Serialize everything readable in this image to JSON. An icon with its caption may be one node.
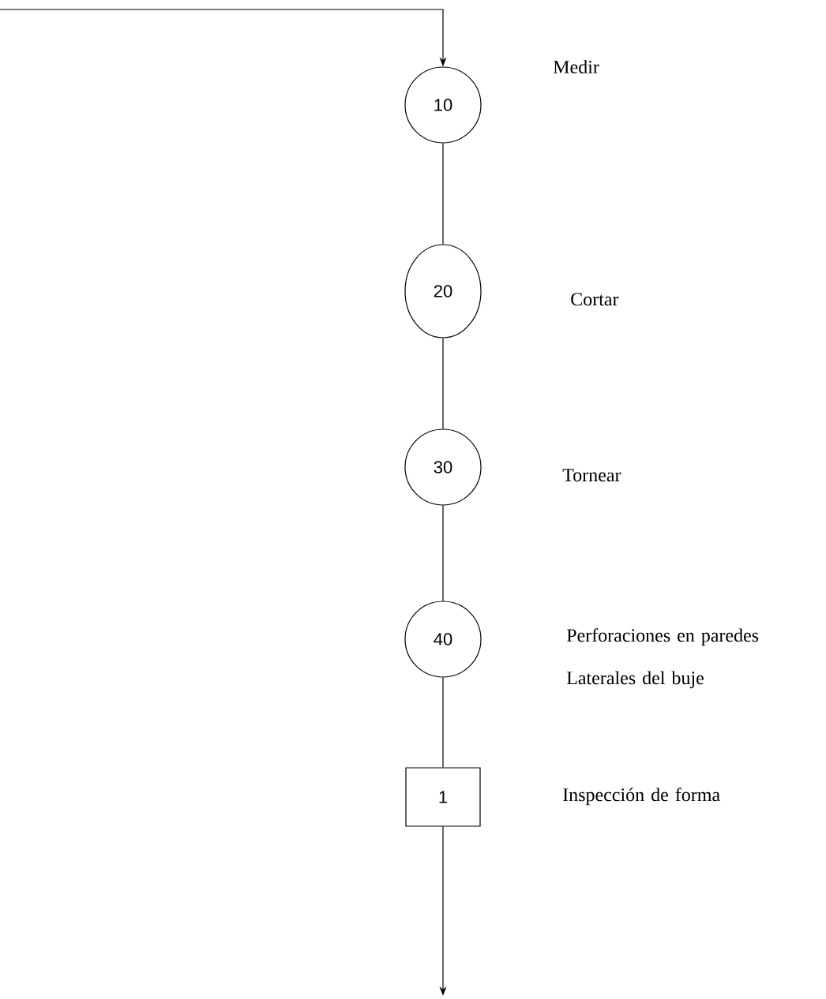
{
  "diagram": {
    "nodes": [
      {
        "text": [
          "10"
        ]
      },
      {
        "text": [
          "20"
        ]
      },
      {
        "text": [
          "30"
        ]
      },
      {
        "text": [
          "40"
        ]
      },
      {
        "text": [
          "1"
        ]
      }
    ],
    "edges": [
      {
        "from": null,
        "to": 0,
        "arrow": "to"
      },
      {
        "from": 0,
        "to": 1,
        "arrow": "none"
      },
      {
        "from": 1,
        "to": 2,
        "arrow": "none"
      },
      {
        "from": 2,
        "to": 3,
        "arrow": "none"
      },
      {
        "from": 3,
        "to": 4,
        "arrow": "none"
      },
      {
        "from": 4,
        "to": null,
        "arrow": "to"
      }
    ],
    "labels": [
      "Medir",
      "Cortar",
      "Tornear",
      "Perforaciones en paredes Laterales del buje",
      "Inspección de forma"
    ]
  }
}
